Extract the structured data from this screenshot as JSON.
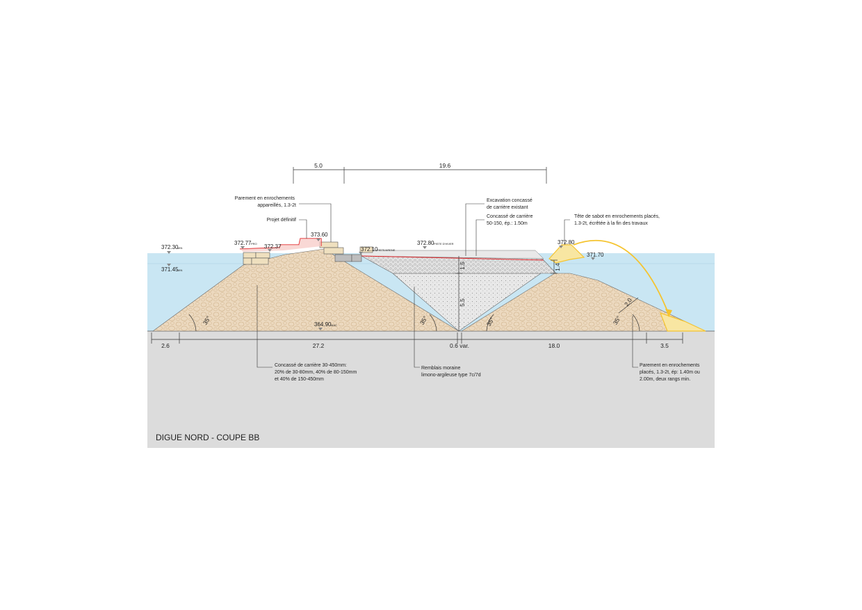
{
  "title": "DIGUE NORD - COUPE BB",
  "top_dimensions": [
    "5.0",
    "19.6"
  ],
  "bottom_dimensions": [
    "2.6",
    "27.2",
    "0.6 var.",
    "18.0",
    "3.5"
  ],
  "vertical_dimensions": [
    "1.5",
    "5.5",
    "1.4",
    "2.0"
  ],
  "angles": [
    "35°",
    "35°",
    "35°",
    "35°"
  ],
  "elevations": {
    "left_high": "372.30",
    "left_high_tag": "MIN",
    "left_low": "371.45",
    "left_low_tag": "MIN",
    "crest_a": "372.77",
    "crest_a_tag": "PRO",
    "crest_b": "372.37",
    "crest_c": "373.60",
    "crest_d": "372.10",
    "crest_d_tag": "PISTE/ARENE",
    "piste": "372.80",
    "piste_tag": "PISTE D'HIVER",
    "right_crest": "372.80",
    "right_water": "371.70",
    "bottom": "364.90",
    "bottom_tag": "MAC"
  },
  "annotations": {
    "parement_top": [
      "Parement en enrochements",
      "appareillés, 1.3-2t"
    ],
    "projet": [
      "Projet définitif"
    ],
    "excavation": [
      "Excavation concassé",
      "de carrière existant"
    ],
    "concasse_top": [
      "Concassé de carrière",
      "50-150, ép.: 1.50m"
    ],
    "tete_sabot": [
      "Tête de sabot en enrochements placés,",
      "1.3-2t, écrêtée à la fin des travaux"
    ],
    "concasse_main": [
      "Concassé de carrière 30-450mm:",
      "20% de 30-80mm, 40% de 80-150mm",
      "et 40% de 150-450mm"
    ],
    "remblais": [
      "Remblais moraine",
      "limono-argileuse type 7c/7d"
    ],
    "parement_right": [
      "Parement en enrochements",
      "placés, 1.3-2t, ép: 1.40m ou",
      "2.00m, deux rangs min."
    ]
  },
  "colors": {
    "water": "#c9e6f3",
    "ground": "#dcdcdc",
    "rockfill": "#ecd9bf",
    "moraine": "#e6e6e6",
    "crushed_stone": "#e3e3e3",
    "projet_line": "#e0262b",
    "sabot": "#f5c430",
    "blocks": "#efe0bf"
  }
}
